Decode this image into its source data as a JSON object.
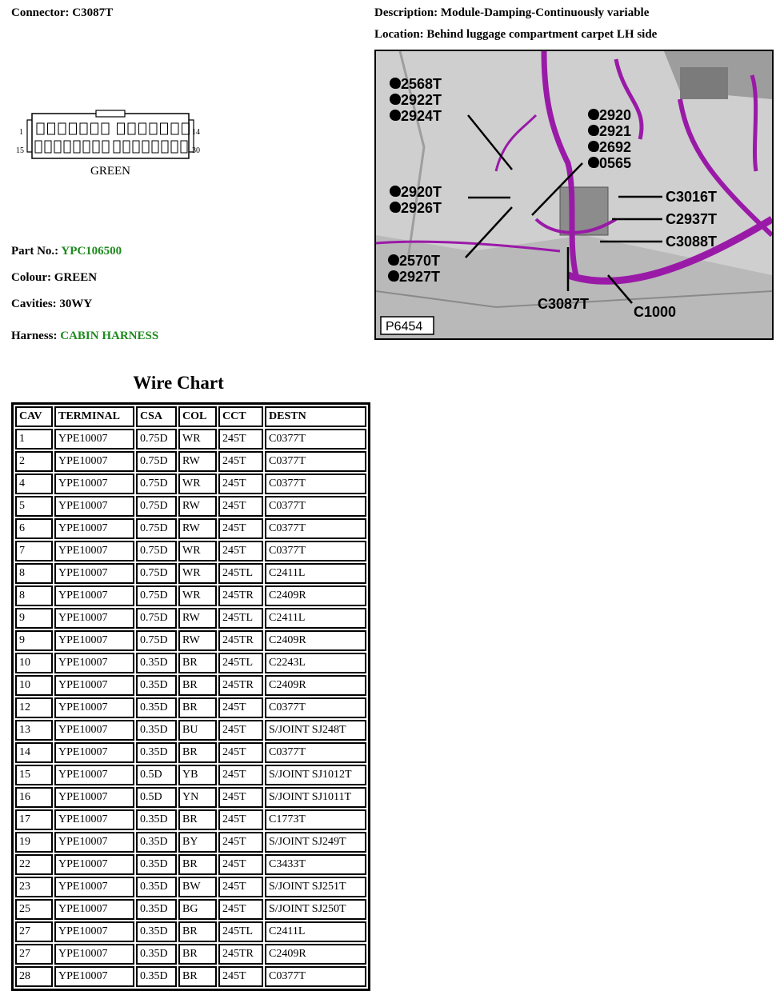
{
  "connector": {
    "label": "Connector:",
    "value": "C3087T"
  },
  "description": {
    "label": "Description:",
    "value": "Module-Damping-Continuously variable"
  },
  "location": {
    "label": "Location:",
    "value": "Behind luggage compartment carpet LH side"
  },
  "connector_diagram": {
    "pin_1": "1",
    "pin_14": "14",
    "pin_15": "15",
    "pin_30": "30",
    "color_label": "GREEN"
  },
  "part_no": {
    "label": "Part No.:",
    "value": "YPC106500"
  },
  "colour": {
    "label": "Colour:",
    "value": "GREEN"
  },
  "cavities": {
    "label": "Cavities:",
    "value": "30WY"
  },
  "harness": {
    "label": "Harness:",
    "value": "CABIN HARNESS"
  },
  "colors": {
    "link_green": "#1e8a1e",
    "harness_magenta": "#9a1aa8"
  },
  "photo": {
    "ref": "P6454",
    "callouts": {
      "g1": [
        "C2568T",
        "C2922T",
        "C2924T"
      ],
      "g2": [
        "C2920",
        "C2921",
        "C2692",
        "C0565"
      ],
      "g3": [
        "C2920T",
        "C2926T"
      ],
      "g4": [
        "C2570T",
        "C2927T"
      ],
      "c3016t": "C3016T",
      "c2937t": "C2937T",
      "c3088t": "C3088T",
      "c3087t": "C3087T",
      "c1000": "C1000"
    }
  },
  "wire_chart": {
    "title": "Wire Chart",
    "headers": [
      "CAV",
      "TERMINAL",
      "CSA",
      "COL",
      "CCT",
      "DESTN"
    ],
    "rows": [
      [
        "1",
        "YPE10007",
        "0.75D",
        "WR",
        "245T",
        "C0377T"
      ],
      [
        "2",
        "YPE10007",
        "0.75D",
        "RW",
        "245T",
        "C0377T"
      ],
      [
        "4",
        "YPE10007",
        "0.75D",
        "WR",
        "245T",
        "C0377T"
      ],
      [
        "5",
        "YPE10007",
        "0.75D",
        "RW",
        "245T",
        "C0377T"
      ],
      [
        "6",
        "YPE10007",
        "0.75D",
        "RW",
        "245T",
        "C0377T"
      ],
      [
        "7",
        "YPE10007",
        "0.75D",
        "WR",
        "245T",
        "C0377T"
      ],
      [
        "8",
        "YPE10007",
        "0.75D",
        "WR",
        "245TL",
        "C2411L"
      ],
      [
        "8",
        "YPE10007",
        "0.75D",
        "WR",
        "245TR",
        "C2409R"
      ],
      [
        "9",
        "YPE10007",
        "0.75D",
        "RW",
        "245TL",
        "C2411L"
      ],
      [
        "9",
        "YPE10007",
        "0.75D",
        "RW",
        "245TR",
        "C2409R"
      ],
      [
        "10",
        "YPE10007",
        "0.35D",
        "BR",
        "245TL",
        "C2243L"
      ],
      [
        "10",
        "YPE10007",
        "0.35D",
        "BR",
        "245TR",
        "C2409R"
      ],
      [
        "12",
        "YPE10007",
        "0.35D",
        "BR",
        "245T",
        "C0377T"
      ],
      [
        "13",
        "YPE10007",
        "0.35D",
        "BU",
        "245T",
        "S/JOINT SJ248T"
      ],
      [
        "14",
        "YPE10007",
        "0.35D",
        "BR",
        "245T",
        "C0377T"
      ],
      [
        "15",
        "YPE10007",
        "0.5D",
        "YB",
        "245T",
        "S/JOINT SJ1012T"
      ],
      [
        "16",
        "YPE10007",
        "0.5D",
        "YN",
        "245T",
        "S/JOINT SJ1011T"
      ],
      [
        "17",
        "YPE10007",
        "0.35D",
        "BR",
        "245T",
        "C1773T"
      ],
      [
        "19",
        "YPE10007",
        "0.35D",
        "BY",
        "245T",
        "S/JOINT SJ249T"
      ],
      [
        "22",
        "YPE10007",
        "0.35D",
        "BR",
        "245T",
        "C3433T"
      ],
      [
        "23",
        "YPE10007",
        "0.35D",
        "BW",
        "245T",
        "S/JOINT SJ251T"
      ],
      [
        "25",
        "YPE10007",
        "0.35D",
        "BG",
        "245T",
        "S/JOINT SJ250T"
      ],
      [
        "27",
        "YPE10007",
        "0.35D",
        "BR",
        "245TL",
        "C2411L"
      ],
      [
        "27",
        "YPE10007",
        "0.35D",
        "BR",
        "245TR",
        "C2409R"
      ],
      [
        "28",
        "YPE10007",
        "0.35D",
        "BR",
        "245T",
        "C0377T"
      ]
    ]
  }
}
